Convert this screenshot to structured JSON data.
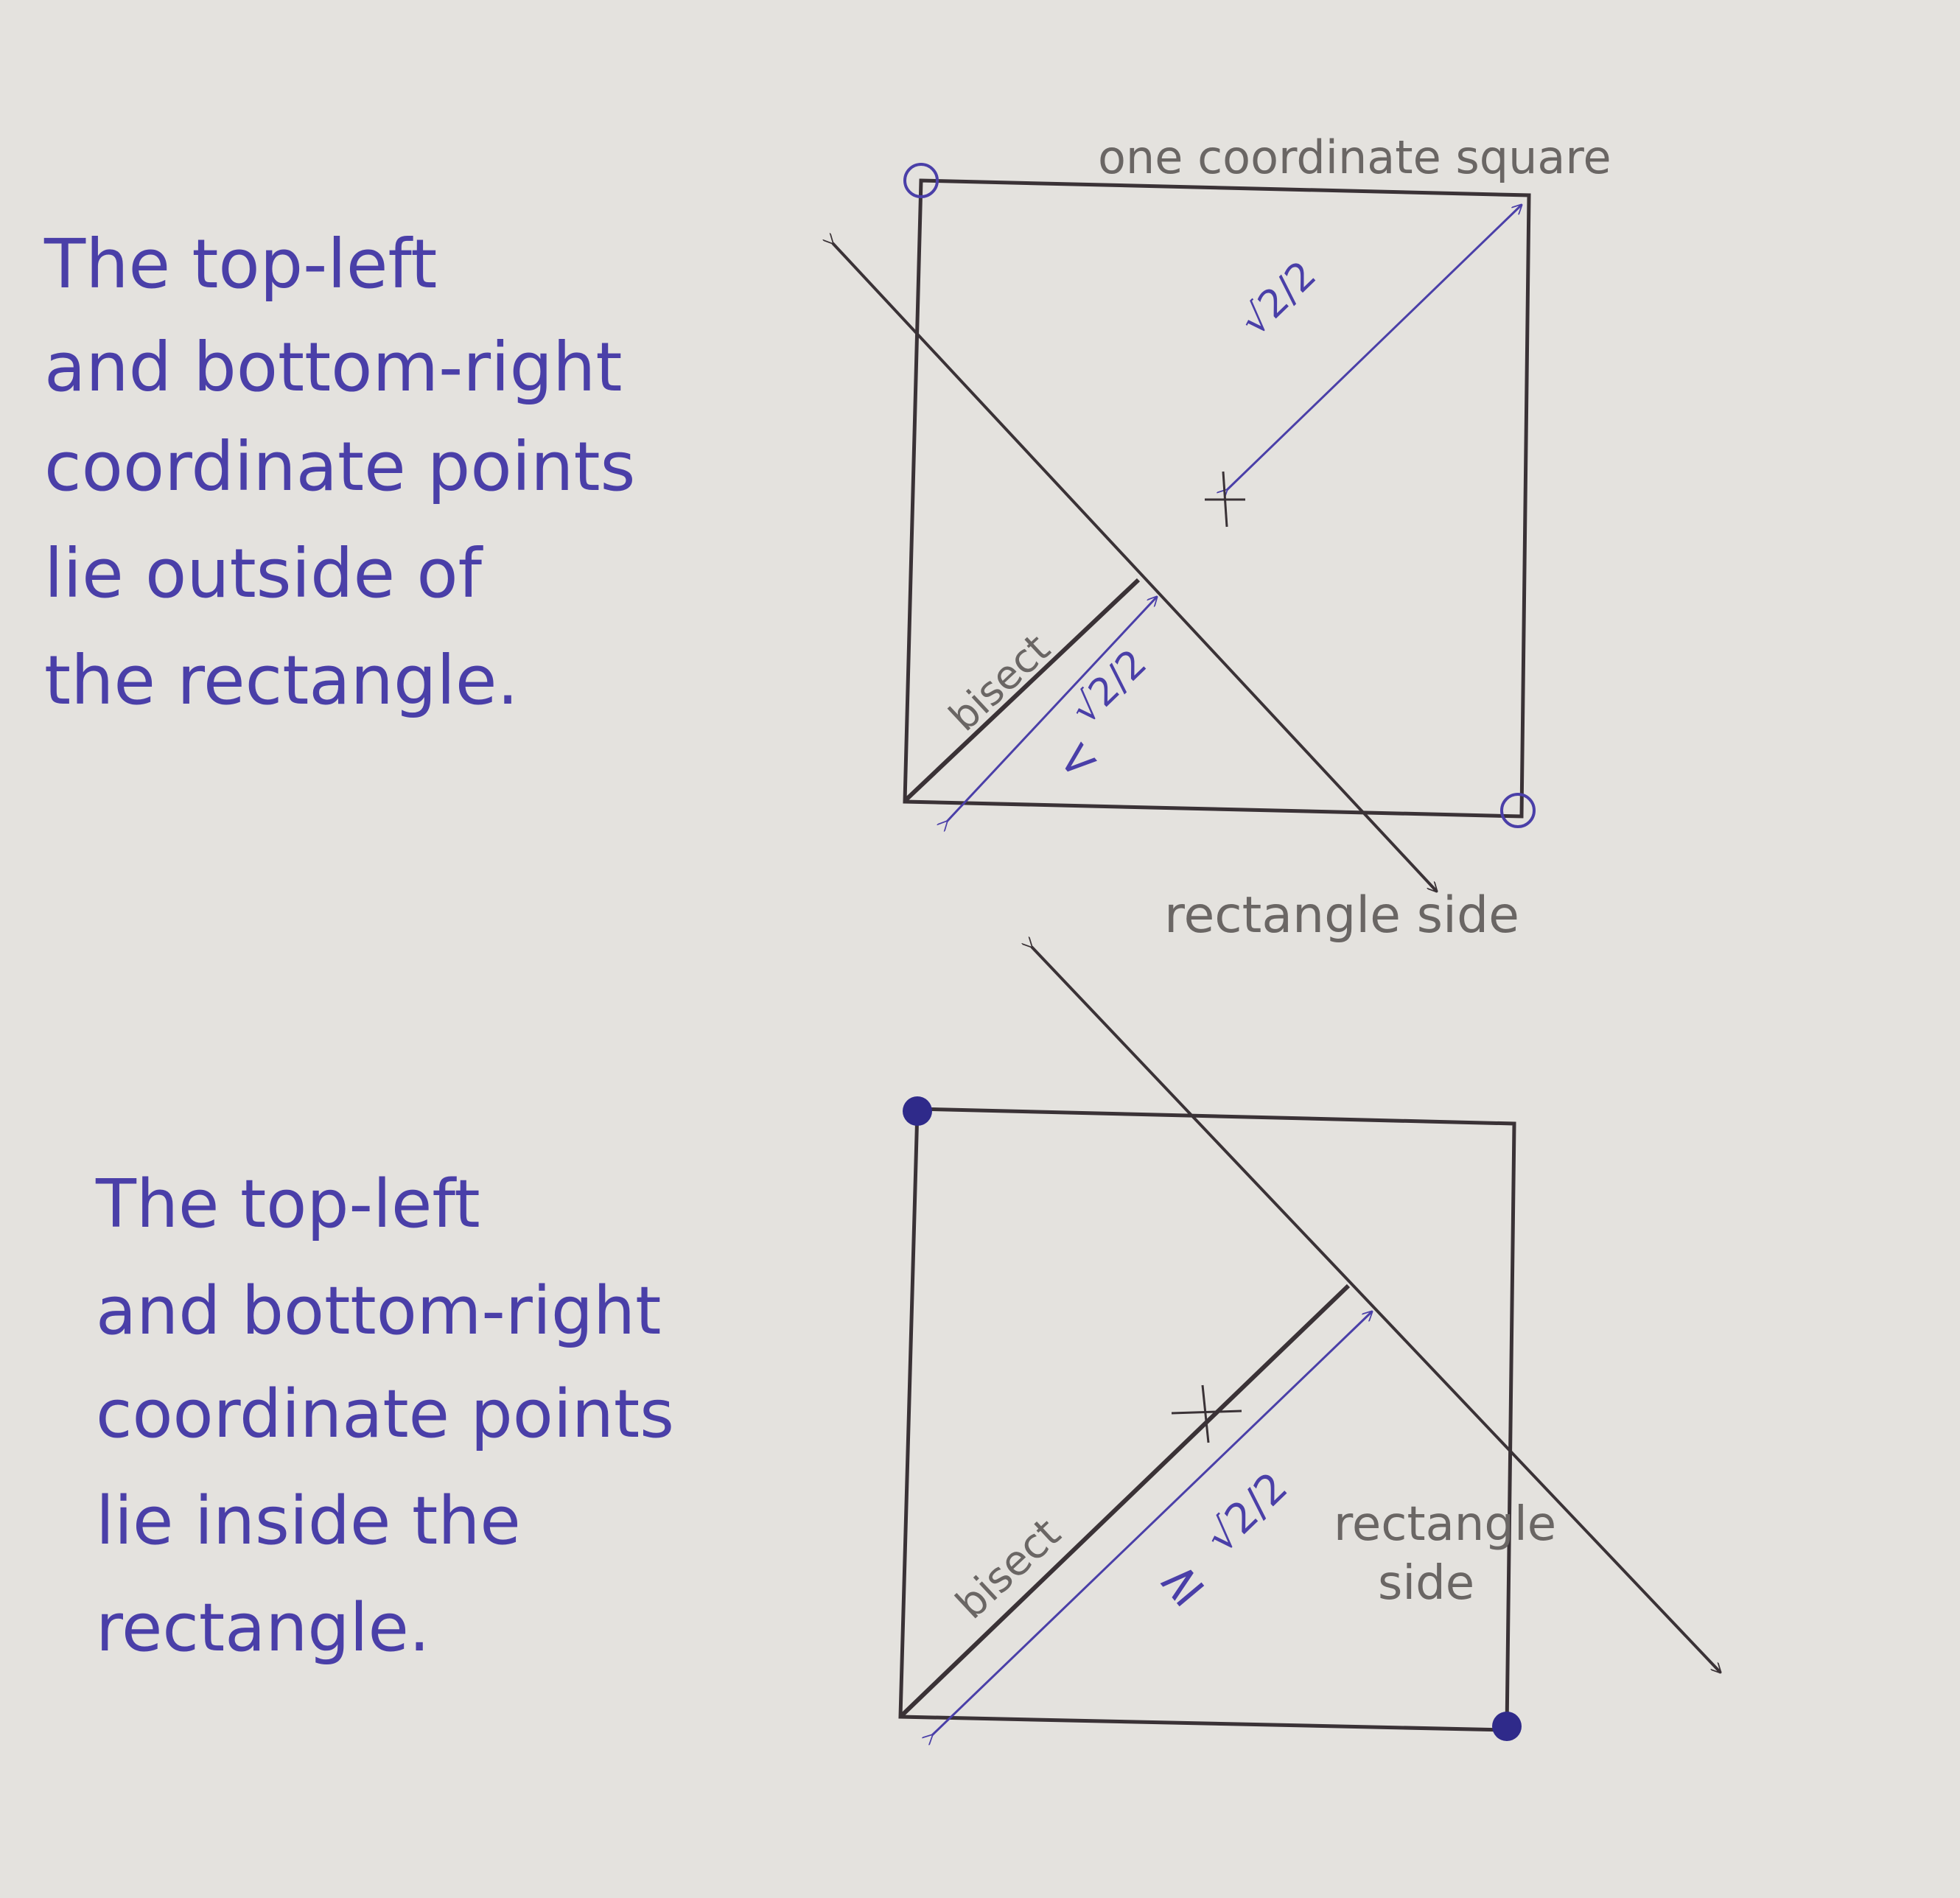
{
  "top_figure": {
    "caption_lines": [
      "The top-left",
      "and bottom-right",
      "coordinate points",
      "lie outside of",
      "the rectangle."
    ],
    "label_square": "one coordinate square",
    "label_side": "rectangle side",
    "label_bisect": "bisect",
    "label_half_diag_1": "√2/2",
    "label_half_diag_2": "√2/2",
    "relation_symbol": "<"
  },
  "bottom_figure": {
    "caption_lines": [
      "The top-left",
      "and bottom-right",
      "coordinate points",
      "lie inside the",
      "rectangle."
    ],
    "label_side_1": "rectangle",
    "label_side_2": "side",
    "label_bisect": "bisect",
    "label_half_diag": "√2/2",
    "relation_symbol": "≥"
  },
  "colors": {
    "paper": "#e4e2de",
    "ink_dark": "#3a3236",
    "ink_blue": "#4a3fa8",
    "ink_gray": "#6a6664"
  }
}
